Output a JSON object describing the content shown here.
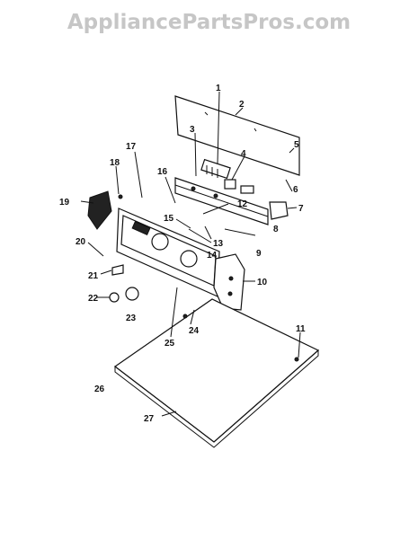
{
  "watermark": "AppliancePartsPros.com",
  "callouts": [
    {
      "id": "c1",
      "label": "1"
    },
    {
      "id": "c2",
      "label": "2"
    },
    {
      "id": "c3",
      "label": "3"
    },
    {
      "id": "c4",
      "label": "4"
    },
    {
      "id": "c5",
      "label": "5"
    },
    {
      "id": "c6",
      "label": "6"
    },
    {
      "id": "c7",
      "label": "7"
    },
    {
      "id": "c8",
      "label": "8"
    },
    {
      "id": "c9",
      "label": "9"
    },
    {
      "id": "c10",
      "label": "10"
    },
    {
      "id": "c11",
      "label": "11"
    },
    {
      "id": "c12",
      "label": "12"
    },
    {
      "id": "c13",
      "label": "13"
    },
    {
      "id": "c14",
      "label": "14"
    },
    {
      "id": "c15",
      "label": "15"
    },
    {
      "id": "c16",
      "label": "16"
    },
    {
      "id": "c17",
      "label": "17"
    },
    {
      "id": "c18",
      "label": "18"
    },
    {
      "id": "c19",
      "label": "19"
    },
    {
      "id": "c20",
      "label": "20"
    },
    {
      "id": "c21",
      "label": "21"
    },
    {
      "id": "c22",
      "label": "22"
    },
    {
      "id": "c23",
      "label": "23"
    },
    {
      "id": "c24",
      "label": "24"
    },
    {
      "id": "c25",
      "label": "25"
    },
    {
      "id": "c26",
      "label": "26"
    },
    {
      "id": "c27",
      "label": "27"
    }
  ]
}
